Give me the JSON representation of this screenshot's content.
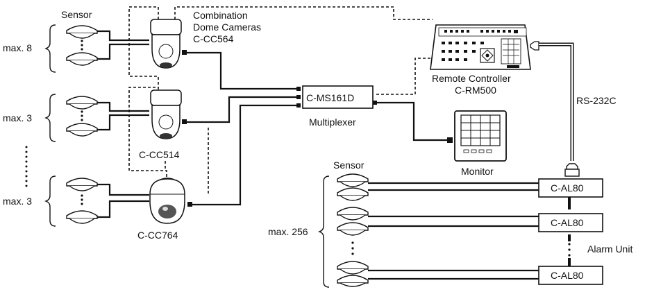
{
  "labels": {
    "sensor_top": "Sensor",
    "max8": "max. 8",
    "max3_a": "max. 3",
    "max3_b": "max. 3",
    "combo_line1": "Combination",
    "combo_line2": "Dome Cameras",
    "combo_line3": "C-CC564",
    "cam514": "C-CC514",
    "cam764": "C-CC764",
    "mux_box": "C-MS161D",
    "mux_caption": "Multiplexer",
    "remote_line1": "Remote Controller",
    "remote_line2": "C-RM500",
    "rs232": "RS-232C",
    "monitor": "Monitor",
    "sensor_bottom": "Sensor",
    "max256": "max. 256",
    "al80_1": "C-AL80",
    "al80_2": "C-AL80",
    "al80_3": "C-AL80",
    "alarm_unit": "Alarm Unit"
  }
}
